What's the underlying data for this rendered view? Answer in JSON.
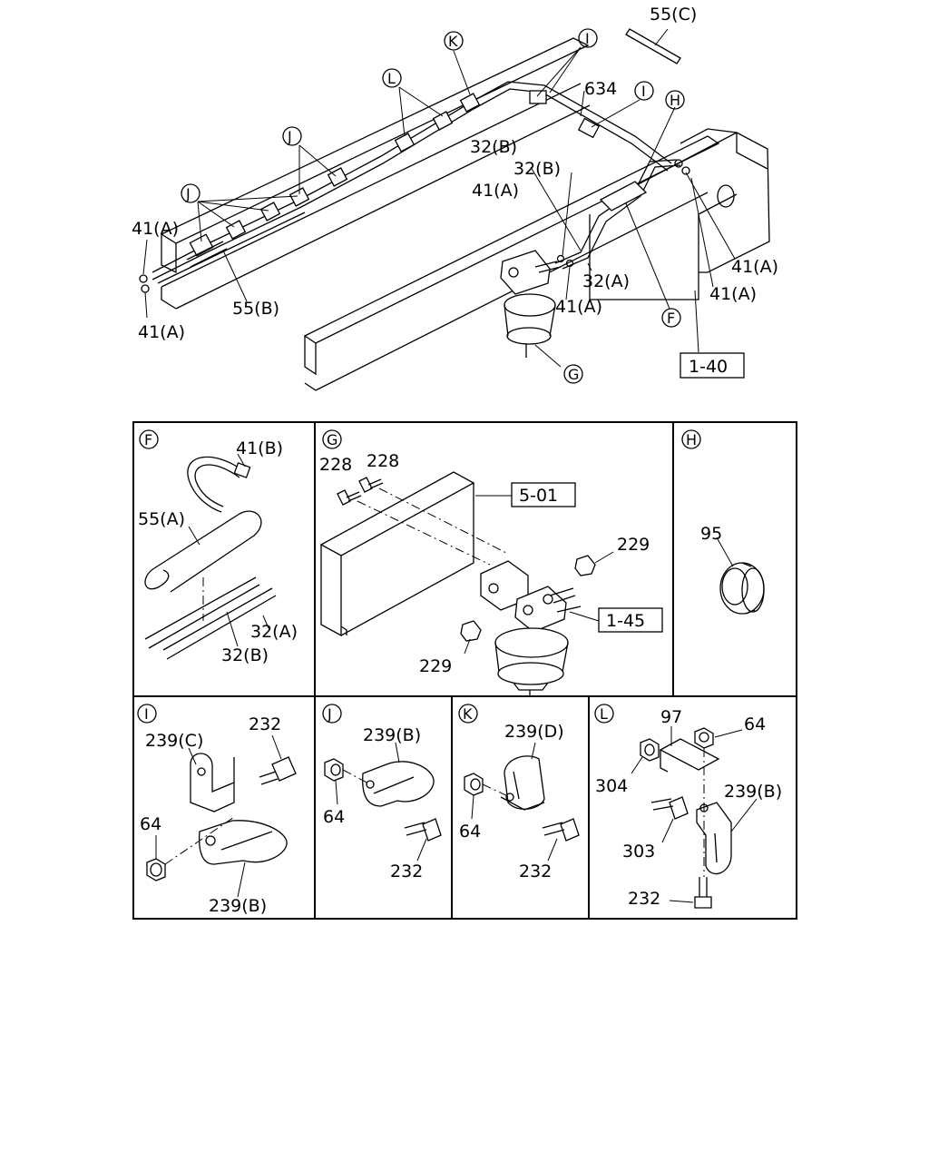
{
  "labels": {
    "p55c": "55(C)",
    "p634": "634",
    "p32b_1": "32(B)",
    "p32b_2": "32(B)",
    "p41a_1": "41(A)",
    "p41a_2": "41(A)",
    "p41a_3": "41(A)",
    "p41a_4": "41(A)",
    "p41a_5": "41(A)",
    "p41a_6": "41(A)",
    "p55b": "55(B)",
    "p32a": "32(A)",
    "ref140": "1-40",
    "f41b": "41(B)",
    "f55a": "55(A)",
    "f32a": "32(A)",
    "f32b": "32(B)",
    "g228a": "228",
    "g228b": "228",
    "ref501": "5-01",
    "g229a": "229",
    "g229b": "229",
    "ref145": "1-45",
    "h95": "95",
    "i239c": "239(C)",
    "i232": "232",
    "i64": "64",
    "i239b": "239(B)",
    "j239b": "239(B)",
    "j64": "64",
    "j232": "232",
    "k239d": "239(D)",
    "k64": "64",
    "k232": "232",
    "l97": "97",
    "l64": "64",
    "l304": "304",
    "l239b": "239(B)",
    "l303": "303",
    "l232": "232"
  },
  "callouts": {
    "F": "F",
    "G": "G",
    "H": "H",
    "I": "I",
    "J": "J",
    "K": "K",
    "L": "L"
  }
}
